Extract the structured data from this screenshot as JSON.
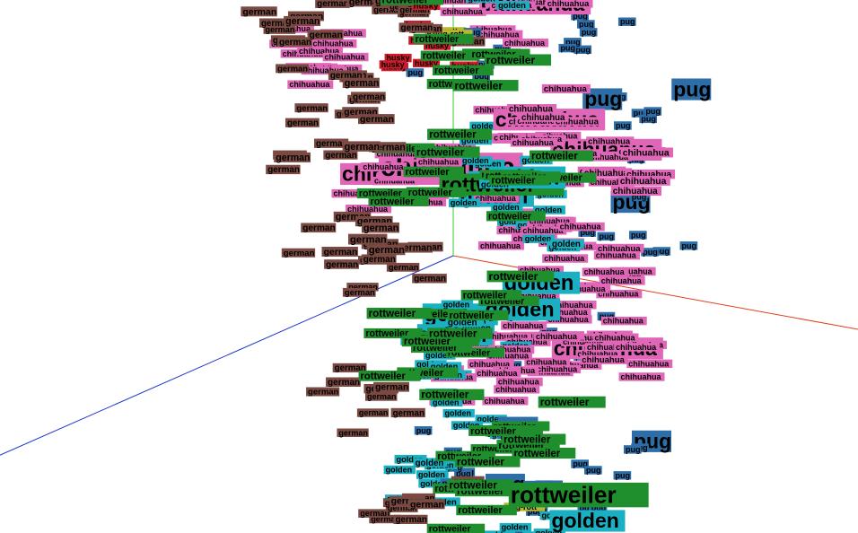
{
  "chart_data": {
    "type": "scatter",
    "subtype": "3d-embedding-projection",
    "title": "",
    "xlabel": "",
    "ylabel": "",
    "zlabel": "",
    "grid": false,
    "legend": "none",
    "axes_colors": {
      "x": "#e0401a",
      "y": "#33cc33",
      "z": "#1a35cc"
    },
    "categories": [
      "chihuahua",
      "pug",
      "golden",
      "german",
      "rottweiler",
      "husky",
      "pug-rott"
    ],
    "colors": {
      "chihuahua": "#e066b8",
      "pug": "#2e6ea8",
      "golden": "#1ab0c2",
      "german": "#7a4a42",
      "rottweiler": "#1f8f2e",
      "husky": "#d01c2a",
      "pug-rott": "#b8b830"
    },
    "density_note_counts_estimated": true,
    "series": [
      {
        "name": "chihuahua",
        "points": [
          [
            -0.2,
            1.5,
            0.6
          ],
          [
            -0.1,
            0.35,
            0.2
          ],
          [
            0.9,
            -0.9,
            0.5
          ],
          [
            0.05,
            1.45,
            0.1
          ],
          [
            -0.05,
            1.35,
            0.0
          ],
          [
            0.35,
            1.1,
            0.3
          ],
          [
            0.6,
            0.55,
            0.2
          ],
          [
            0.55,
            0.35,
            0.4
          ],
          [
            0.3,
            0.6,
            0.1
          ],
          [
            -0.3,
            0.8,
            0.3
          ],
          [
            0.2,
            -0.3,
            0.2
          ],
          [
            0.5,
            -0.1,
            0.3
          ],
          [
            0.75,
            0.2,
            0.5
          ],
          [
            0.9,
            0.05,
            0.6
          ]
        ]
      },
      {
        "name": "pug",
        "points": [
          [
            1.1,
            1.4,
            0.9
          ],
          [
            1.3,
            1.1,
            1.0
          ],
          [
            1.2,
            0.6,
            0.8
          ],
          [
            1.05,
            0.2,
            0.9
          ],
          [
            1.2,
            -0.2,
            1.0
          ],
          [
            0.95,
            -0.5,
            0.7
          ],
          [
            1.25,
            -0.6,
            1.1
          ],
          [
            0.7,
            -0.6,
            0.6
          ],
          [
            0.3,
            0.9,
            0.4
          ],
          [
            0.05,
            -0.75,
            0.1
          ]
        ]
      },
      {
        "name": "golden",
        "points": [
          [
            -0.7,
            1.0,
            0.0
          ],
          [
            0.0,
            1.0,
            0.0
          ],
          [
            0.1,
            0.4,
            0.1
          ],
          [
            0.3,
            0.25,
            0.2
          ],
          [
            0.05,
            -0.2,
            0.1
          ],
          [
            -0.1,
            -0.4,
            0.0
          ],
          [
            0.15,
            -0.55,
            0.1
          ],
          [
            0.4,
            -0.9,
            0.3
          ],
          [
            0.5,
            -1.1,
            0.4
          ],
          [
            -0.2,
            -0.9,
            -0.1
          ]
        ]
      },
      {
        "name": "german",
        "points": [
          [
            -1.1,
            0.9,
            -0.6
          ],
          [
            -1.0,
            0.55,
            -0.7
          ],
          [
            -1.2,
            0.25,
            -0.8
          ],
          [
            -0.8,
            0.2,
            -0.6
          ],
          [
            -1.0,
            -0.05,
            -0.7
          ],
          [
            -0.7,
            -0.35,
            -0.5
          ],
          [
            -1.05,
            -0.5,
            -0.8
          ],
          [
            -0.6,
            -0.8,
            -0.4
          ],
          [
            -0.4,
            -1.1,
            -0.3
          ],
          [
            -0.3,
            0.7,
            -0.2
          ]
        ]
      },
      {
        "name": "rottweiler",
        "points": [
          [
            -0.9,
            0.6,
            -0.8
          ],
          [
            -0.6,
            0.3,
            -0.7
          ],
          [
            -0.85,
            -0.2,
            -0.9
          ],
          [
            -0.55,
            -0.6,
            -0.7
          ],
          [
            -0.9,
            -0.9,
            -1.0
          ],
          [
            -0.35,
            -0.95,
            -0.6
          ],
          [
            -0.6,
            -1.3,
            -0.8
          ],
          [
            -0.2,
            0.1,
            -0.4
          ]
        ]
      },
      {
        "name": "husky",
        "points": [
          [
            -0.45,
            1.3,
            -0.1
          ],
          [
            -0.25,
            1.1,
            0.0
          ],
          [
            -0.3,
            0.9,
            -0.1
          ],
          [
            -0.1,
            0.75,
            0.0
          ],
          [
            -0.35,
            1.5,
            -0.2
          ]
        ]
      },
      {
        "name": "pug-rott",
        "points": [
          [
            0.0,
            0.85,
            0.1
          ],
          [
            0.55,
            -0.65,
            0.5
          ]
        ]
      }
    ]
  }
}
